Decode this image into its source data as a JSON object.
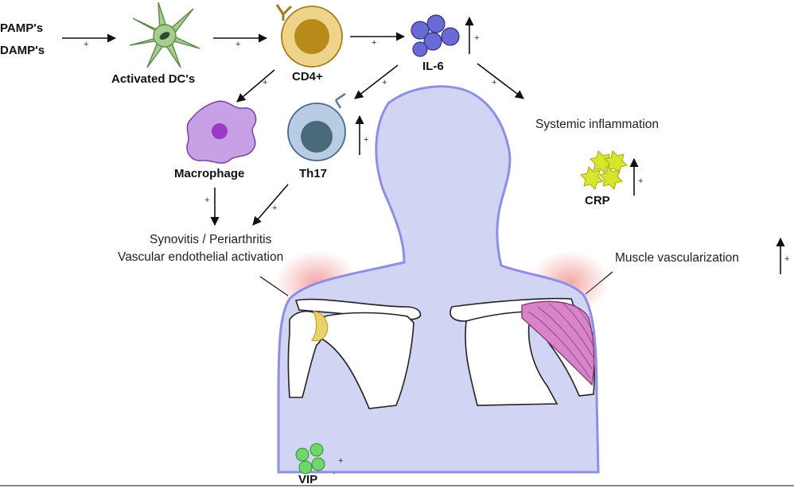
{
  "labels": {
    "pamps": "PAMP's",
    "damps": "DAMP's",
    "activated_dc": "Activated DC's",
    "cd4": "CD4+",
    "il6": "IL-6",
    "macrophage": "Macrophage",
    "th17": "Th17",
    "systemic_inflammation": "Systemic inflammation",
    "crp": "CRP",
    "synovitis": "Synovitis / Periarthritis",
    "vascular_activation": "Vascular endothelial activation",
    "muscle_vascularization": "Muscle vascularization",
    "vip": "VIP"
  },
  "sign": "+",
  "colors": {
    "dc": "#a8cc8e",
    "cd4": "#e3c25a",
    "il6": "#6a6ad6",
    "macrophage": "#b77ed8",
    "th17": "#a8bfd8",
    "crp": "#d6e62c",
    "vip": "#6fd66a",
    "body": "#d2d4f4",
    "body_outline": "#8e8ee6",
    "muscle": "#d884c8",
    "glow": "#f4b8b8"
  }
}
